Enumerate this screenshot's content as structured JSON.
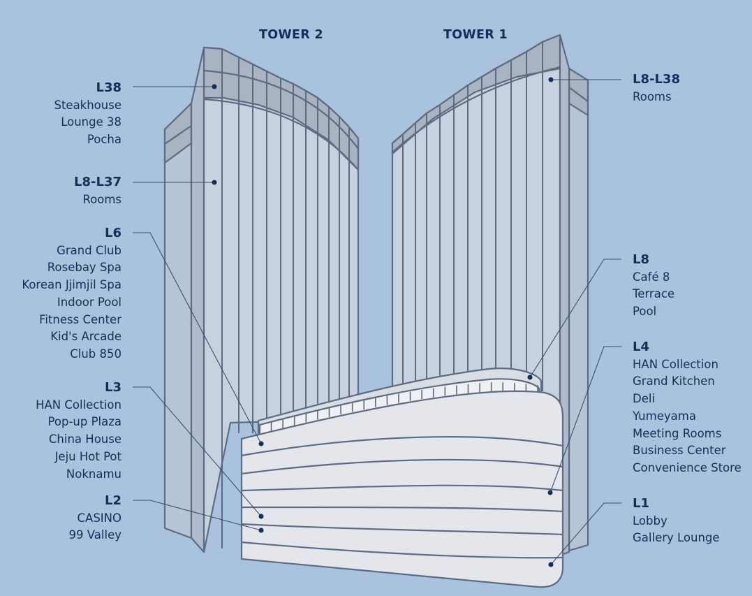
{
  "towers": {
    "tower2": "TOWER 2",
    "tower1": "TOWER 1"
  },
  "callouts": {
    "l38": {
      "level": "L38",
      "items": [
        "Steakhouse",
        "Lounge 38",
        "Pocha"
      ]
    },
    "l8l37": {
      "level": "L8-L37",
      "items": [
        "Rooms"
      ]
    },
    "l6": {
      "level": "L6",
      "items": [
        "Grand Club",
        "Rosebay Spa",
        "Korean Jjimjil Spa",
        "Indoor Pool",
        "Fitness Center",
        "Kid's Arcade",
        "Club 850"
      ]
    },
    "l3": {
      "level": "L3",
      "items": [
        "HAN Collection",
        "Pop-up Plaza",
        "China House",
        "Jeju Hot Pot",
        "Noknamu"
      ]
    },
    "l2": {
      "level": "L2",
      "items": [
        "CASINO",
        "99 Valley"
      ]
    },
    "l8l38": {
      "level": "L8-L38",
      "items": [
        "Rooms"
      ]
    },
    "l8": {
      "level": "L8",
      "items": [
        "Café 8",
        "Terrace",
        "Pool"
      ]
    },
    "l4": {
      "level": "L4",
      "items": [
        "HAN Collection",
        "Grand Kitchen",
        "Deli",
        "Yumeyama",
        "Meeting Rooms",
        "Business Center",
        "Convenience Store"
      ]
    },
    "l1": {
      "level": "L1",
      "items": [
        "Lobby",
        "Gallery Lounge"
      ]
    }
  },
  "colors": {
    "background": "#a9c3de",
    "text": "#152e58",
    "outline": "#5d6c82",
    "tower_face": "#c6d0de",
    "tower_side": "#b4c1d3",
    "tower_cap": "#a9b3c1",
    "podium": "#e3e5ea"
  }
}
